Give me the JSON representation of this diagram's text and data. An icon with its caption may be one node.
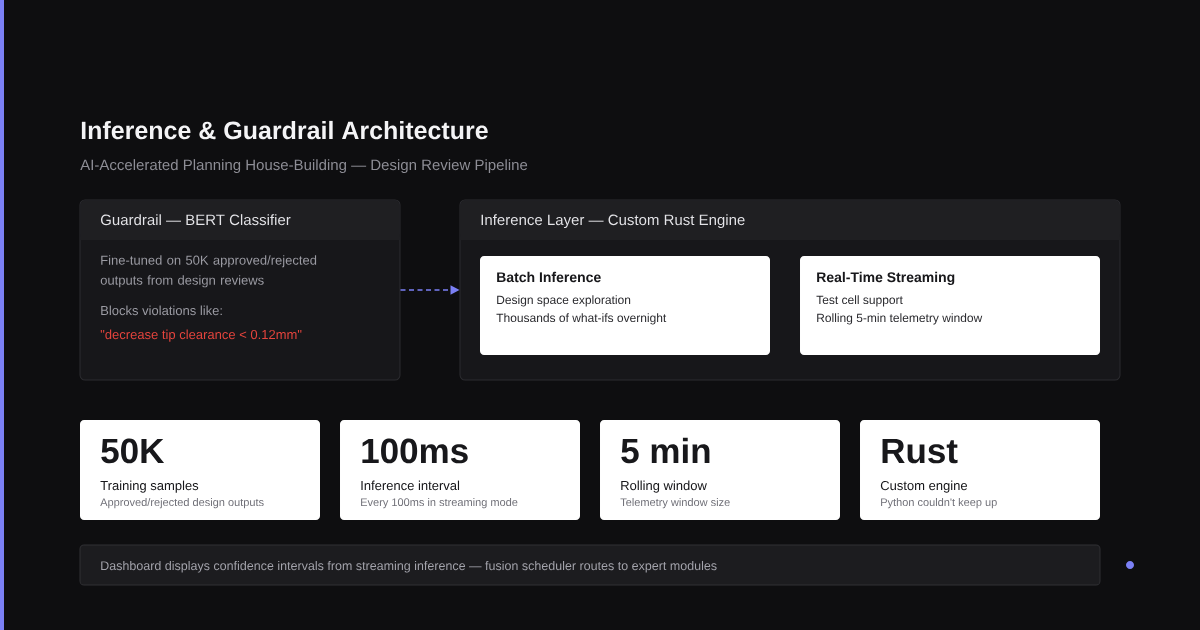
{
  "diagram": {
    "title": "Inference & Guardrail Architecture",
    "nodes": [
      {
        "text": [
          "Guardrail — BERT Classifier",
          "Fine-tuned on 50K approved/rejected outputs from design reviews",
          "Blocks violations like:",
          "\"decrease tip clearance < 0.12mm\""
        ]
      },
      {
        "text": [
          "Inference Layer — Custom Rust Engine"
        ]
      },
      {
        "text": [
          "Batch Inference",
          "Design space exploration",
          "Thousands of what-ifs overnight"
        ],
        "in": 1
      },
      {
        "text": [
          "Real-Time Streaming",
          "Test cell support",
          "Rolling 5-min telemetry window"
        ],
        "in": 1
      },
      {
        "text": [
          "50K",
          "Training samples",
          "Approved/rejected design outputs"
        ]
      },
      {
        "text": [
          "100ms",
          "Inference interval",
          "Every 100ms in streaming mode"
        ]
      },
      {
        "text": [
          "5 min",
          "Rolling window",
          "Telemetry window size"
        ]
      },
      {
        "text": [
          "Rust",
          "Custom engine",
          "Python couldn't keep up"
        ]
      },
      {
        "text": [
          "Dashboard displays confidence intervals from streaming inference — fusion scheduler routes to expert modules"
        ]
      }
    ],
    "edges": [
      {
        "from": 0,
        "to": 1,
        "arrow": "to",
        "style": "dashed",
        "color": "#7b80f5"
      }
    ],
    "labels": [
      "AI-Accelerated Planning House-Building — Design Review Pipeline"
    ]
  }
}
